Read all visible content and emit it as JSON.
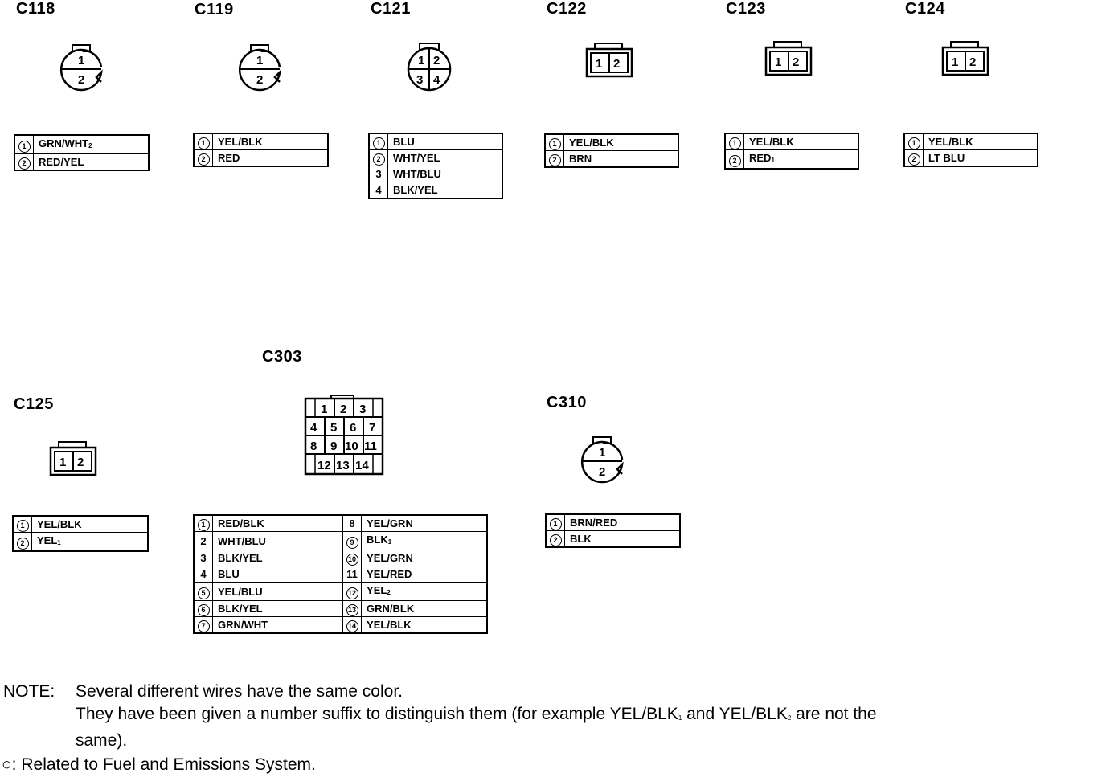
{
  "connectors": {
    "c118": {
      "name": "C118",
      "pins": [
        {
          "num": "1",
          "circled": true,
          "color": "GRN/WHT",
          "suffix": "2"
        },
        {
          "num": "2",
          "circled": true,
          "color": "RED/YEL",
          "suffix": ""
        }
      ]
    },
    "c119": {
      "name": "C119",
      "pins": [
        {
          "num": "1",
          "circled": true,
          "color": "YEL/BLK",
          "suffix": ""
        },
        {
          "num": "2",
          "circled": true,
          "color": "RED",
          "suffix": ""
        }
      ]
    },
    "c121": {
      "name": "C121",
      "pins": [
        {
          "num": "1",
          "circled": true,
          "color": "BLU",
          "suffix": ""
        },
        {
          "num": "2",
          "circled": true,
          "color": "WHT/YEL",
          "suffix": ""
        },
        {
          "num": "3",
          "circled": false,
          "color": "WHT/BLU",
          "suffix": ""
        },
        {
          "num": "4",
          "circled": false,
          "color": "BLK/YEL",
          "suffix": ""
        }
      ]
    },
    "c122": {
      "name": "C122",
      "pins": [
        {
          "num": "1",
          "circled": true,
          "color": "YEL/BLK",
          "suffix": ""
        },
        {
          "num": "2",
          "circled": true,
          "color": "BRN",
          "suffix": ""
        }
      ]
    },
    "c123": {
      "name": "C123",
      "pins": [
        {
          "num": "1",
          "circled": true,
          "color": "YEL/BLK",
          "suffix": ""
        },
        {
          "num": "2",
          "circled": true,
          "color": "RED",
          "suffix": "1"
        }
      ]
    },
    "c124": {
      "name": "C124",
      "pins": [
        {
          "num": "1",
          "circled": true,
          "color": "YEL/BLK",
          "suffix": ""
        },
        {
          "num": "2",
          "circled": true,
          "color": "LT BLU",
          "suffix": ""
        }
      ]
    },
    "c125": {
      "name": "C125",
      "pins": [
        {
          "num": "1",
          "circled": true,
          "color": "YEL/BLK",
          "suffix": ""
        },
        {
          "num": "2",
          "circled": true,
          "color": "YEL",
          "suffix": "1"
        }
      ]
    },
    "c303": {
      "name": "C303",
      "left": [
        {
          "num": "1",
          "circled": true,
          "color": "RED/BLK",
          "suffix": ""
        },
        {
          "num": "2",
          "circled": false,
          "color": "WHT/BLU",
          "suffix": ""
        },
        {
          "num": "3",
          "circled": false,
          "color": "BLK/YEL",
          "suffix": ""
        },
        {
          "num": "4",
          "circled": false,
          "color": "BLU",
          "suffix": ""
        },
        {
          "num": "5",
          "circled": true,
          "color": "YEL/BLU",
          "suffix": ""
        },
        {
          "num": "6",
          "circled": true,
          "color": "BLK/YEL",
          "suffix": ""
        },
        {
          "num": "7",
          "circled": true,
          "color": "GRN/WHT",
          "suffix": ""
        }
      ],
      "right": [
        {
          "num": "8",
          "circled": false,
          "color": "YEL/GRN",
          "suffix": ""
        },
        {
          "num": "9",
          "circled": true,
          "color": "BLK",
          "suffix": "1"
        },
        {
          "num": "10",
          "circled": true,
          "color": "YEL/GRN",
          "suffix": ""
        },
        {
          "num": "11",
          "circled": false,
          "color": "YEL/RED",
          "suffix": ""
        },
        {
          "num": "12",
          "circled": true,
          "color": "YEL",
          "suffix": "2"
        },
        {
          "num": "13",
          "circled": true,
          "color": "GRN/BLK",
          "suffix": ""
        },
        {
          "num": "14",
          "circled": true,
          "color": "YEL/BLK",
          "suffix": ""
        }
      ]
    },
    "c310": {
      "name": "C310",
      "pins": [
        {
          "num": "1",
          "circled": true,
          "color": "BRN/RED",
          "suffix": ""
        },
        {
          "num": "2",
          "circled": true,
          "color": "BLK",
          "suffix": ""
        }
      ]
    }
  },
  "note": {
    "label": "NOTE:",
    "line1": "Several different wires have the same color.",
    "line2a": "They have been given a number suffix to distinguish them (for example YEL/BLK",
    "line2s1": "1",
    "line2b": " and YEL/BLK",
    "line2s2": "2",
    "line2c": " are not the",
    "line3": "same).",
    "legend": "○: Related to Fuel and Emissions System."
  }
}
